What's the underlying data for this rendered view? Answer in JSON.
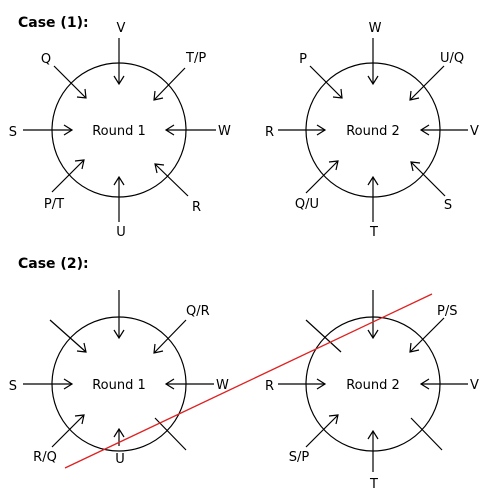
{
  "case1": {
    "title": "Case (1):",
    "round1": {
      "label": "Round 1",
      "labels": {
        "N": "V",
        "NE": "T/P",
        "E": "W",
        "SE": "R",
        "S": "U",
        "SW": "P/T",
        "W": "S",
        "NW": "Q"
      }
    },
    "round2": {
      "label": "Round 2",
      "labels": {
        "N": "W",
        "NE": "U/Q",
        "E": "V",
        "SE": "S",
        "S": "T",
        "SW": "Q/U",
        "W": "R",
        "NW": "P"
      }
    }
  },
  "case2": {
    "title": "Case (2):",
    "round1": {
      "label": "Round 1",
      "labels": {
        "N": "",
        "NE": "Q/R",
        "E": "W",
        "SE": "",
        "S": "U",
        "SW": "R/Q",
        "W": "S",
        "NW": ""
      }
    },
    "round2": {
      "label": "Round 2",
      "labels": {
        "N": "",
        "NE": "P/S",
        "E": "V",
        "SE": "",
        "S": "T",
        "SW": "S/P",
        "W": "R",
        "NW": ""
      }
    }
  },
  "colors": {
    "line": "#000000",
    "cut_line": "#e02020"
  }
}
